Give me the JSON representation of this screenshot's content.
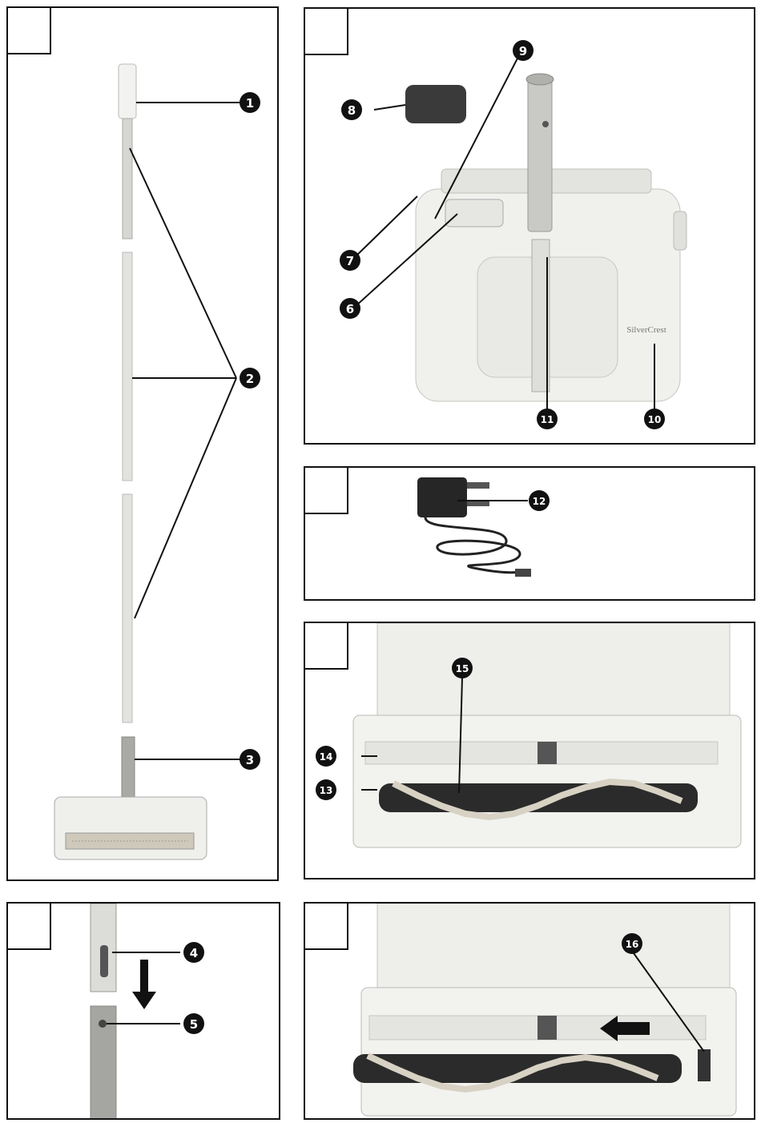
{
  "brand": {
    "logo_text": "SilverCrest"
  },
  "callouts": [
    "1",
    "2",
    "3",
    "4",
    "5",
    "6",
    "7",
    "8",
    "9",
    "10",
    "11",
    "12",
    "13",
    "14",
    "15",
    "16"
  ],
  "colors": {
    "line": "#111111",
    "badge": "#111111",
    "body": "#efefec",
    "shade": "#cfcfcb",
    "brush": "#d8d2c4",
    "roller": "#2a2a2a"
  }
}
